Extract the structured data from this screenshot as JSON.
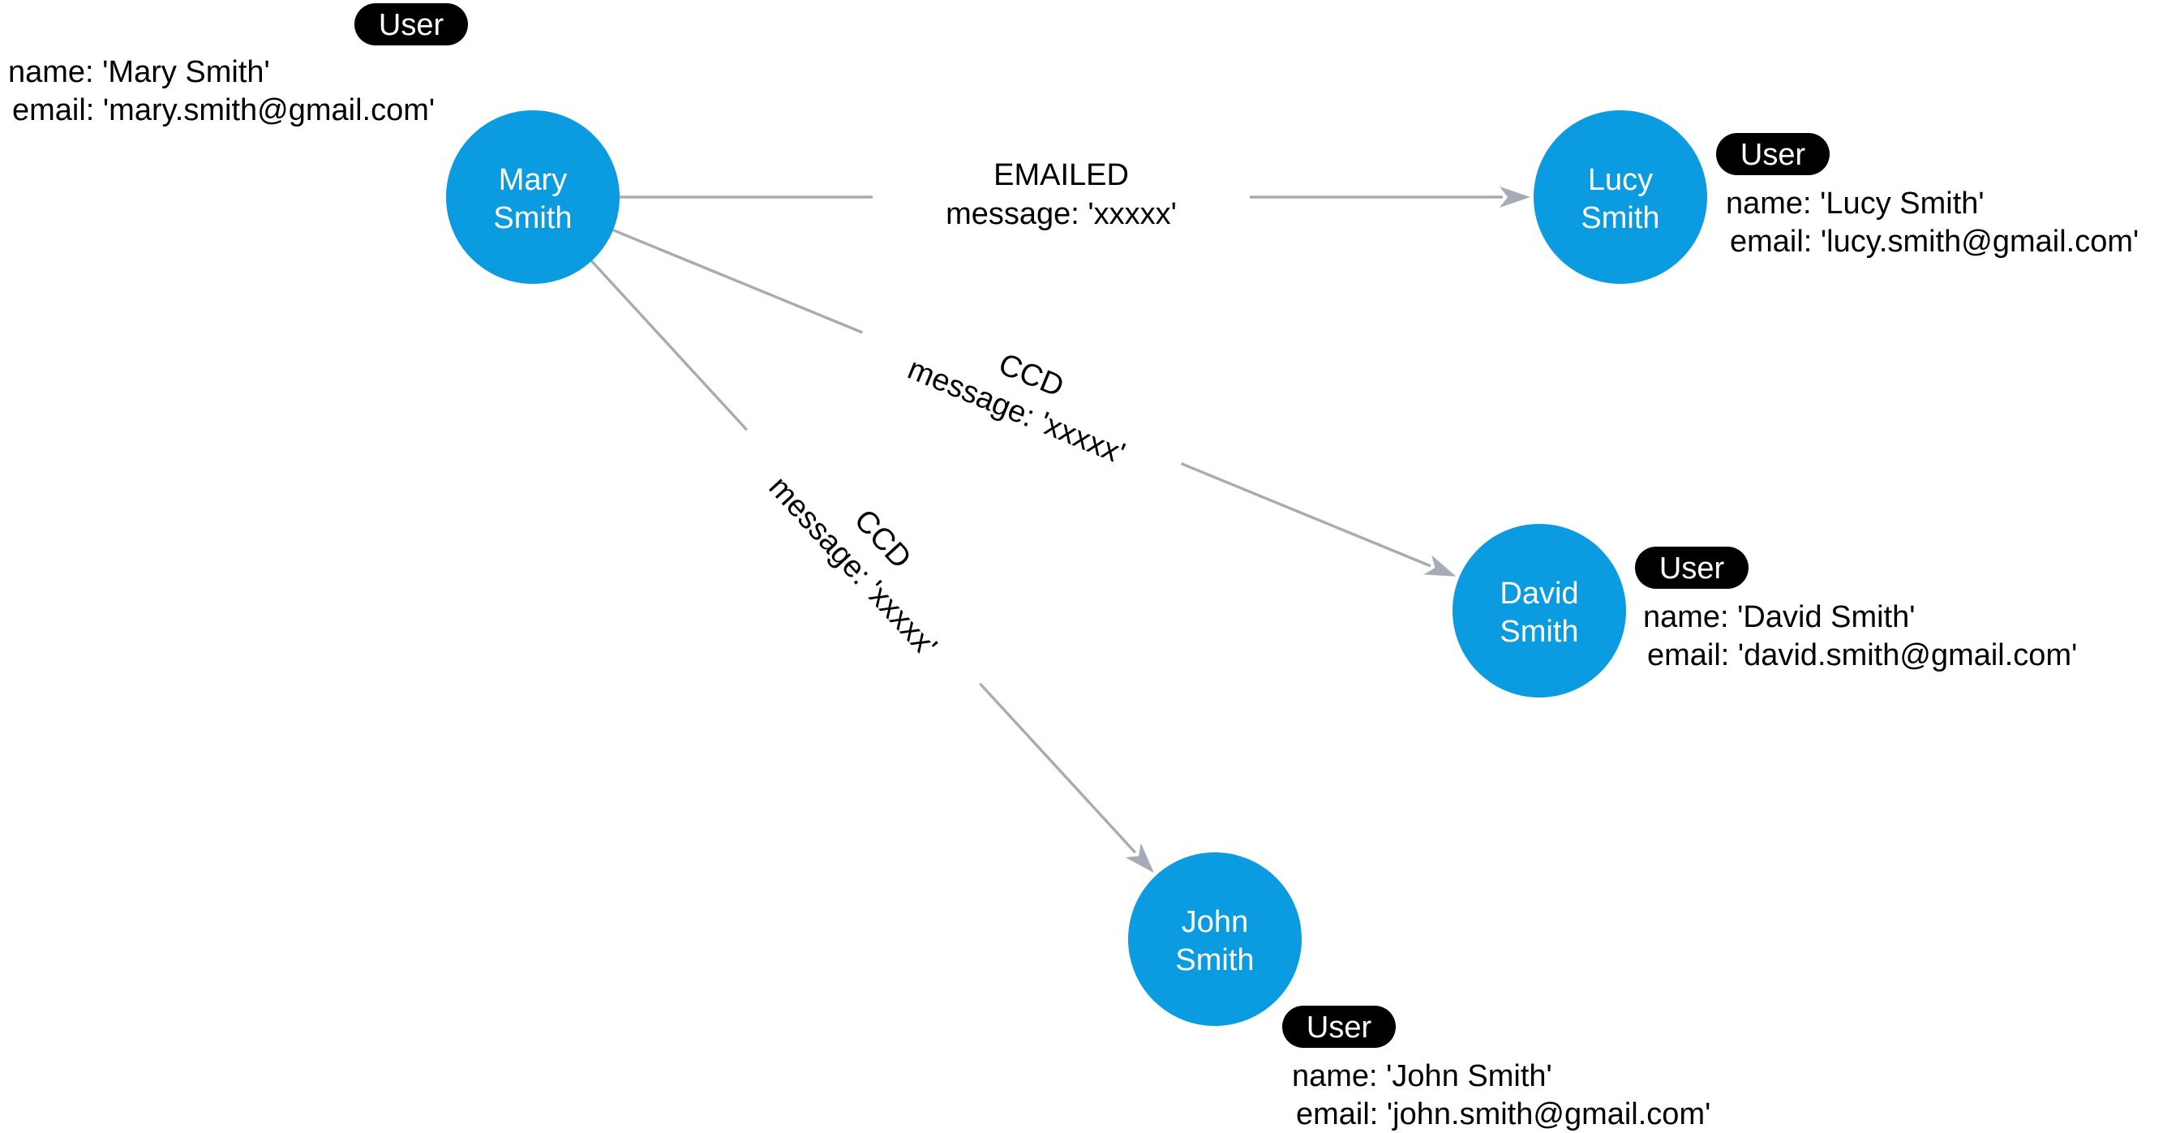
{
  "colors": {
    "node_fill": "#0a9be0",
    "edge": "#a6abb5",
    "badge_fill": "#000000",
    "badge_text": "#ffffff",
    "text": "#000000"
  },
  "nodes": [
    {
      "id": "mary",
      "caption_lines": [
        "Mary",
        "Smith"
      ],
      "label": "User",
      "properties": [
        "name: 'Mary Smith'",
        "email: 'mary.smith@gmail.com'"
      ]
    },
    {
      "id": "lucy",
      "caption_lines": [
        "Lucy",
        "Smith"
      ],
      "label": "User",
      "properties": [
        "name: 'Lucy Smith'",
        "email: 'lucy.smith@gmail.com'"
      ]
    },
    {
      "id": "david",
      "caption_lines": [
        "David",
        "Smith"
      ],
      "label": "User",
      "properties": [
        "name: 'David Smith'",
        "email: 'david.smith@gmail.com'"
      ]
    },
    {
      "id": "john",
      "caption_lines": [
        "John",
        "Smith"
      ],
      "label": "User",
      "properties": [
        "name: 'John Smith'",
        "email: 'john.smith@gmail.com'"
      ]
    }
  ],
  "edges": [
    {
      "from": "mary",
      "to": "lucy",
      "type": "EMAILED",
      "property": "message: 'xxxxx'"
    },
    {
      "from": "mary",
      "to": "david",
      "type": "CCD",
      "property": "message: 'xxxxx'"
    },
    {
      "from": "mary",
      "to": "john",
      "type": "CCD",
      "property": "message: 'xxxxx'"
    }
  ]
}
